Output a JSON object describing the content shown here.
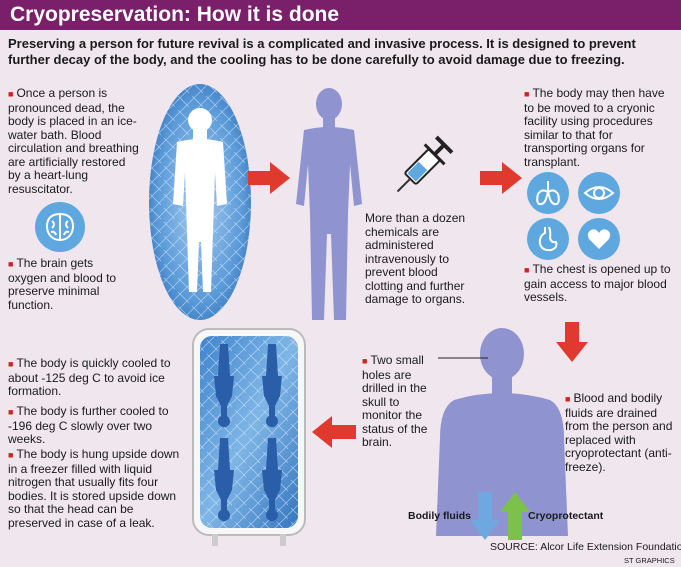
{
  "header": {
    "title": "Cryopreservation: How it is done"
  },
  "intro": "Preserving a person for future revival is a complicated and invasive process. It is designed to prevent further decay of the body, and the cooling has to be done carefully to avoid damage due to freezing.",
  "steps": {
    "ice_bath": "Once a person is pronounced dead, the body is placed in an ice-water bath. Blood circulation and breathing are artificially restored by a heart-lung resuscitator.",
    "brain_oxygen": "The brain gets oxygen and blood to preserve minimal function.",
    "chemicals": "More than a dozen chemicals are administered intravenously to prevent blood clotting and further damage to organs.",
    "transport": "The body may then have to be moved to a cryonic facility using procedures similar to that for transporting organs for transplant.",
    "chest": "The chest is opened up to gain access to major blood vessels.",
    "skull_holes": "Two small holes are drilled in the skull to monitor the status of the brain.",
    "fluids": "Blood and bodily fluids are drained from the person and replaced with cryoprotectant (anti-freeze).",
    "cooled_125": "The body is quickly cooled to about -125 deg C to avoid ice formation.",
    "cooled_196": "The body is further cooled to -196 deg C slowly over two weeks.",
    "hung": "The body is hung upside down in a freezer filled with liquid nitrogen that usually fits four bodies. It is stored upside down so that the head can be preserved in case of a leak."
  },
  "labels": {
    "bodily_fluids": "Bodily fluids",
    "cryoprotectant": "Cryoprotectant"
  },
  "source": {
    "prefix": "SOURCE:",
    "name": "Alcor Life Extension Foundation"
  },
  "credit": "ST GRAPHICS",
  "colors": {
    "header": "#7a1f6a",
    "arrow": "#e03a2e",
    "figure": "#8f93cf",
    "icon": "#5fa8df",
    "ice": "#4f92d4",
    "background": "#efe6ee"
  }
}
